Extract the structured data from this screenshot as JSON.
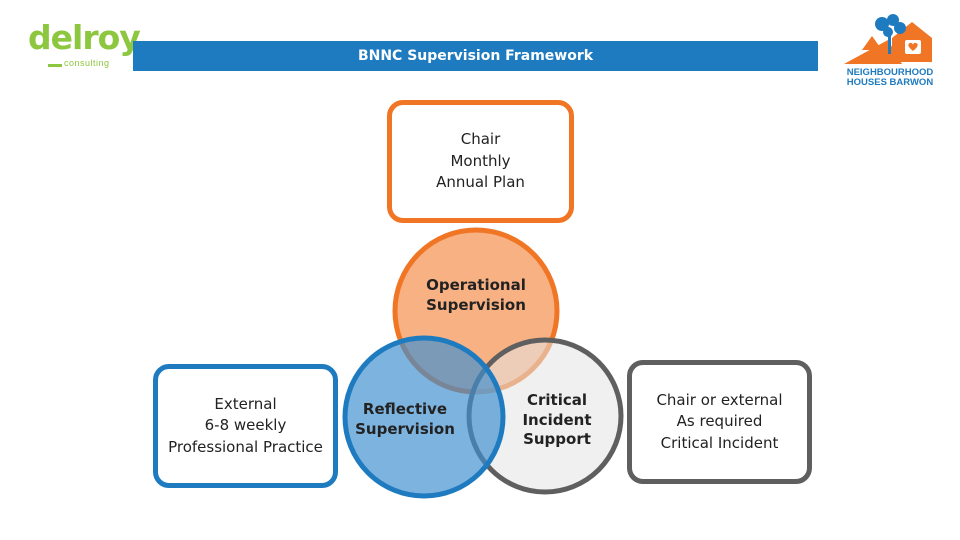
{
  "header": {
    "title": "BNNC Supervision Framework",
    "logo_left": {
      "word": "delroy",
      "sub": "consulting"
    },
    "logo_right": {
      "line1": "NEIGHBOURHOOD",
      "line2": "HOUSES BARWON"
    }
  },
  "boxes": {
    "top": {
      "line1": "Chair",
      "line2": "Monthly",
      "line3": "Annual Plan"
    },
    "left": {
      "line1": "External",
      "line2": "6-8 weekly",
      "line3": "Professional Practice"
    },
    "right": {
      "line1": "Chair or external",
      "line2": "As required",
      "line3": "Critical Incident"
    }
  },
  "circles": {
    "operational": {
      "line1": "Operational",
      "line2": "Supervision"
    },
    "reflective": {
      "line1": "Reflective",
      "line2": "Supervision"
    },
    "critical": {
      "line1": "Critical",
      "line2": "Incident",
      "line3": "Support"
    }
  },
  "colors": {
    "orange": "#f07524",
    "blue": "#1f7bc0",
    "grey": "#5f5f5f",
    "green": "#8dc63f"
  },
  "icons": {
    "logo_right": "house-tree-logo-icon"
  }
}
